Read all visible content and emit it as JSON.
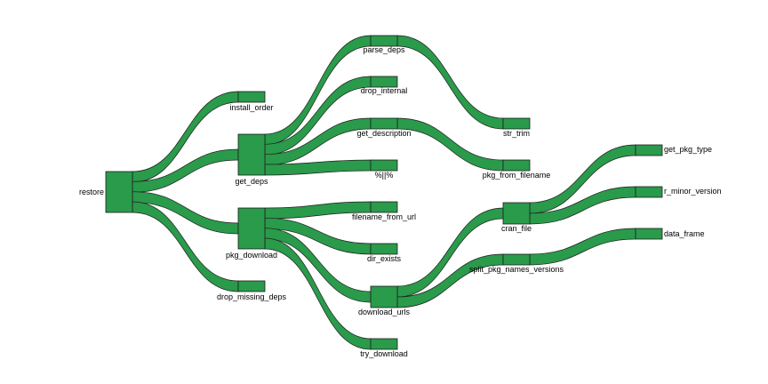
{
  "colors": {
    "fill": "#2a9a4b",
    "stroke": "#1e1e1e",
    "text": "#000000"
  },
  "nodes": [
    {
      "id": "restore",
      "label": "restore"
    },
    {
      "id": "install_order",
      "label": "install_order"
    },
    {
      "id": "get_deps",
      "label": "get_deps"
    },
    {
      "id": "pkg_download",
      "label": "pkg_download"
    },
    {
      "id": "drop_missing_deps",
      "label": "drop_missing_deps"
    },
    {
      "id": "parse_deps",
      "label": "parse_deps"
    },
    {
      "id": "drop_internal",
      "label": "drop_internal"
    },
    {
      "id": "get_description",
      "label": "get_description"
    },
    {
      "id": "pct",
      "label": "%||%"
    },
    {
      "id": "filename_from_url",
      "label": "filename_from_url"
    },
    {
      "id": "dir_exists",
      "label": "dir_exists"
    },
    {
      "id": "download_urls",
      "label": "download_urls"
    },
    {
      "id": "try_download",
      "label": "try_download"
    },
    {
      "id": "str_trim",
      "label": "str_trim"
    },
    {
      "id": "pkg_from_filename",
      "label": "pkg_from_filename"
    },
    {
      "id": "cran_file",
      "label": "cran_file"
    },
    {
      "id": "split_pkg_names_versions",
      "label": "split_pkg_names_versions"
    },
    {
      "id": "get_pkg_type",
      "label": "get_pkg_type"
    },
    {
      "id": "r_minor_version",
      "label": "r_minor_version"
    },
    {
      "id": "data_frame",
      "label": "data_frame"
    }
  ],
  "links": [
    [
      "restore",
      "install_order"
    ],
    [
      "restore",
      "get_deps"
    ],
    [
      "restore",
      "pkg_download"
    ],
    [
      "restore",
      "drop_missing_deps"
    ],
    [
      "get_deps",
      "parse_deps"
    ],
    [
      "get_deps",
      "drop_internal"
    ],
    [
      "get_deps",
      "get_description"
    ],
    [
      "get_deps",
      "pct"
    ],
    [
      "pkg_download",
      "filename_from_url"
    ],
    [
      "pkg_download",
      "dir_exists"
    ],
    [
      "pkg_download",
      "download_urls"
    ],
    [
      "pkg_download",
      "try_download"
    ],
    [
      "parse_deps",
      "str_trim"
    ],
    [
      "get_description",
      "pkg_from_filename"
    ],
    [
      "download_urls",
      "cran_file"
    ],
    [
      "download_urls",
      "split_pkg_names_versions"
    ],
    [
      "cran_file",
      "get_pkg_type"
    ],
    [
      "cran_file",
      "r_minor_version"
    ],
    [
      "split_pkg_names_versions",
      "data_frame"
    ]
  ]
}
